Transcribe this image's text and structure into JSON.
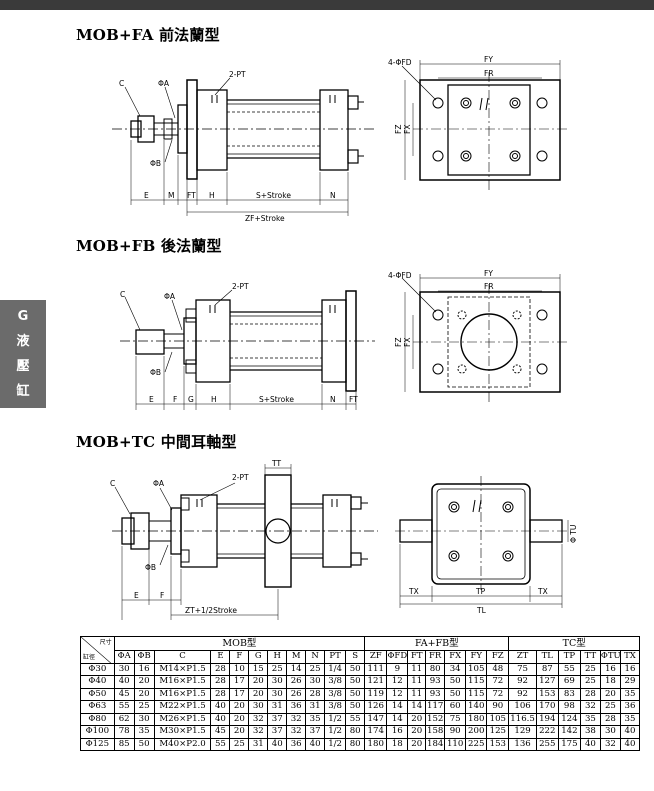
{
  "sections": [
    {
      "model": "MOB",
      "sep": "+",
      "variant": "FA",
      "name": "前法蘭型"
    },
    {
      "model": "MOB",
      "sep": "+",
      "variant": "FB",
      "name": "後法蘭型"
    },
    {
      "model": "MOB",
      "sep": "+",
      "variant": "TC",
      "name": "中間耳軸型"
    }
  ],
  "side_tab": [
    "G",
    "液",
    "壓",
    "缸"
  ],
  "labels": {
    "fa": {
      "c": "C",
      "a": "ΦA",
      "pt": "2-PT",
      "b": "ΦB",
      "e": "E",
      "m": "M",
      "ft": "FT",
      "h": "H",
      "stroke": "S+Stroke",
      "n": "N",
      "zf": "ZF+Stroke",
      "fd": "4-ΦFD",
      "fy": "FY",
      "fr": "FR",
      "fz": "FZ",
      "fx": "FX"
    },
    "fb": {
      "c": "C",
      "a": "ΦA",
      "pt": "2-PT",
      "b": "ΦB",
      "e": "E",
      "f": "F",
      "g": "G",
      "h": "H",
      "stroke": "S+Stroke",
      "n": "N",
      "ft": "FT",
      "fd": "4-ΦFD",
      "fy": "FY",
      "fr": "FR",
      "fz": "FZ",
      "fx": "FX"
    },
    "tc": {
      "c": "C",
      "a": "ΦA",
      "pt": "2-PT",
      "tt": "TT",
      "b": "ΦB",
      "e": "E",
      "f": "F",
      "zt": "ZT+1/2Stroke",
      "tu": "Φ TU",
      "tx": "TX",
      "tp": "TP",
      "tl": "TL"
    }
  },
  "table": {
    "corner_top": "尺寸",
    "corner_bottom": "缸徑",
    "groups": [
      "MOB型",
      "FA+FB型",
      "TC型"
    ],
    "headers": [
      "ΦA",
      "ΦB",
      "C",
      "E",
      "F",
      "G",
      "H",
      "M",
      "N",
      "PT",
      "S",
      "ZF",
      "ΦFD",
      "FT",
      "FR",
      "FX",
      "FY",
      "FZ",
      "ZT",
      "TL",
      "TP",
      "TT",
      "ΦTU",
      "TX"
    ],
    "rows": [
      [
        "Φ30",
        "30",
        "16",
        "M14×P1.5",
        "28",
        "10",
        "15",
        "25",
        "14",
        "25",
        "1/4",
        "50",
        "111",
        "9",
        "11",
        "80",
        "34",
        "105",
        "48",
        "75",
        "87",
        "55",
        "25",
        "16",
        "16"
      ],
      [
        "Φ40",
        "40",
        "20",
        "M16×P1.5",
        "28",
        "17",
        "20",
        "30",
        "26",
        "30",
        "3/8",
        "50",
        "121",
        "12",
        "11",
        "93",
        "50",
        "115",
        "72",
        "92",
        "127",
        "69",
        "25",
        "18",
        "29"
      ],
      [
        "Φ50",
        "45",
        "20",
        "M16×P1.5",
        "28",
        "17",
        "20",
        "30",
        "26",
        "28",
        "3/8",
        "50",
        "119",
        "12",
        "11",
        "93",
        "50",
        "115",
        "72",
        "92",
        "153",
        "83",
        "28",
        "20",
        "35"
      ],
      [
        "Φ63",
        "55",
        "25",
        "M22×P1.5",
        "40",
        "20",
        "30",
        "31",
        "36",
        "31",
        "3/8",
        "50",
        "126",
        "14",
        "14",
        "117",
        "60",
        "140",
        "90",
        "106",
        "170",
        "98",
        "32",
        "25",
        "36"
      ],
      [
        "Φ80",
        "62",
        "30",
        "M26×P1.5",
        "40",
        "20",
        "32",
        "37",
        "32",
        "35",
        "1/2",
        "55",
        "147",
        "14",
        "20",
        "152",
        "75",
        "180",
        "105",
        "116.5",
        "194",
        "124",
        "35",
        "28",
        "35"
      ],
      [
        "Φ100",
        "78",
        "35",
        "M30×P1.5",
        "45",
        "20",
        "32",
        "37",
        "32",
        "37",
        "1/2",
        "80",
        "174",
        "16",
        "20",
        "158",
        "90",
        "200",
        "125",
        "129",
        "222",
        "142",
        "38",
        "30",
        "40"
      ],
      [
        "Φ125",
        "85",
        "50",
        "M40×P2.0",
        "55",
        "25",
        "31",
        "40",
        "36",
        "40",
        "1/2",
        "80",
        "180",
        "18",
        "20",
        "184",
        "110",
        "225",
        "153",
        "136",
        "255",
        "175",
        "40",
        "32",
        "40"
      ]
    ]
  }
}
